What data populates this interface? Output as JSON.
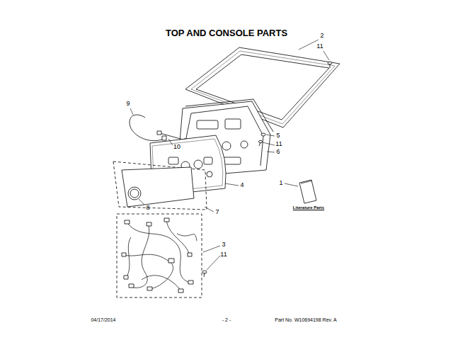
{
  "diagram": {
    "title": "TOP AND CONSOLE PARTS",
    "labels": [
      "2",
      "11",
      "9",
      "5",
      "11",
      "6",
      "10",
      "4",
      "1",
      "Literature Parts",
      "8",
      "7",
      "3",
      "11",
      "04/17/2014",
      "- 2 -",
      "Part No. W10694198 Rev. A"
    ]
  }
}
